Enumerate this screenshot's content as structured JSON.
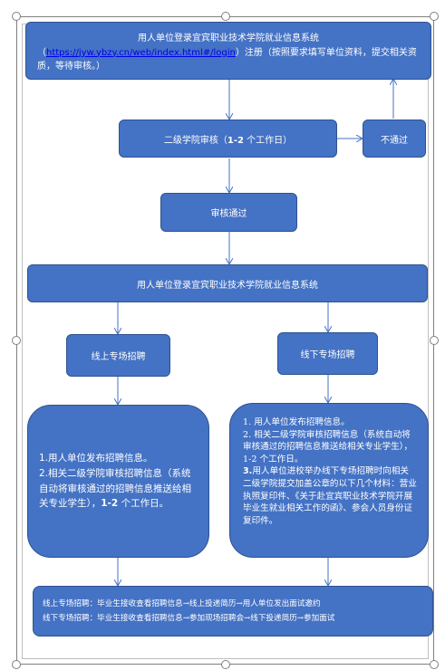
{
  "top_box": {
    "line1": "用人单位登录宜宾职业技术学院就业信息系统",
    "open_paren": "（",
    "url": "https://jyw.ybzy.cn/web/index.html#/login",
    "after_url": "）注册（按照要求填写单位资料，提交相关资质，等待审核。）"
  },
  "review_box": {
    "label_a": "二级学院审核（",
    "label_num": "1-2",
    "label_b": " 个工作日）"
  },
  "reject_box": {
    "label": "不通过"
  },
  "approved_box": {
    "label": "审核通过"
  },
  "login_box": {
    "label": "用人单位登录宜宾职业技术学院就业信息系统"
  },
  "online_box": {
    "label": "线上专场招聘"
  },
  "offline_box": {
    "label": "线下专场招聘"
  },
  "online_detail": {
    "n1": "1.",
    "line1": "用人单位发布招聘信息。",
    "n2": "2.",
    "line2": "相关二级学院审核招聘信息（系统自动将审核通过的招聘信息推送给相关专业学生），",
    "days": "1-2",
    "line2_tail": " 个工作日。"
  },
  "offline_detail": {
    "line1": "1. 用人单位发布招聘信息。",
    "line2": "2. 相关二级学院审核招聘信息（系统自动将审核通过的招聘信息推送给相关专业学生），1-2 个工作日。",
    "n3": "3.",
    "line3": "用人单位进校举办线下专场招聘时向相关二级学院提交加盖公章的以下几个材料：营业执照复印件、《关于赴宜宾职业技术学院开展毕业生就业相关工作的函》、参会人员身份证复印件。"
  },
  "summary_box": {
    "line1": "线上专场招聘：毕业生接收查看招聘信息→线上投递简历→用人单位发出面试邀约",
    "line2": "线下专场招聘：毕业生接收查看招聘信息→参加现场招聘会→线下投递简历→参加面试"
  },
  "colors": {
    "box_fill": "#4472c4",
    "box_border": "#2f528f",
    "arrow": "#4472c4",
    "link": "#0000ee"
  }
}
